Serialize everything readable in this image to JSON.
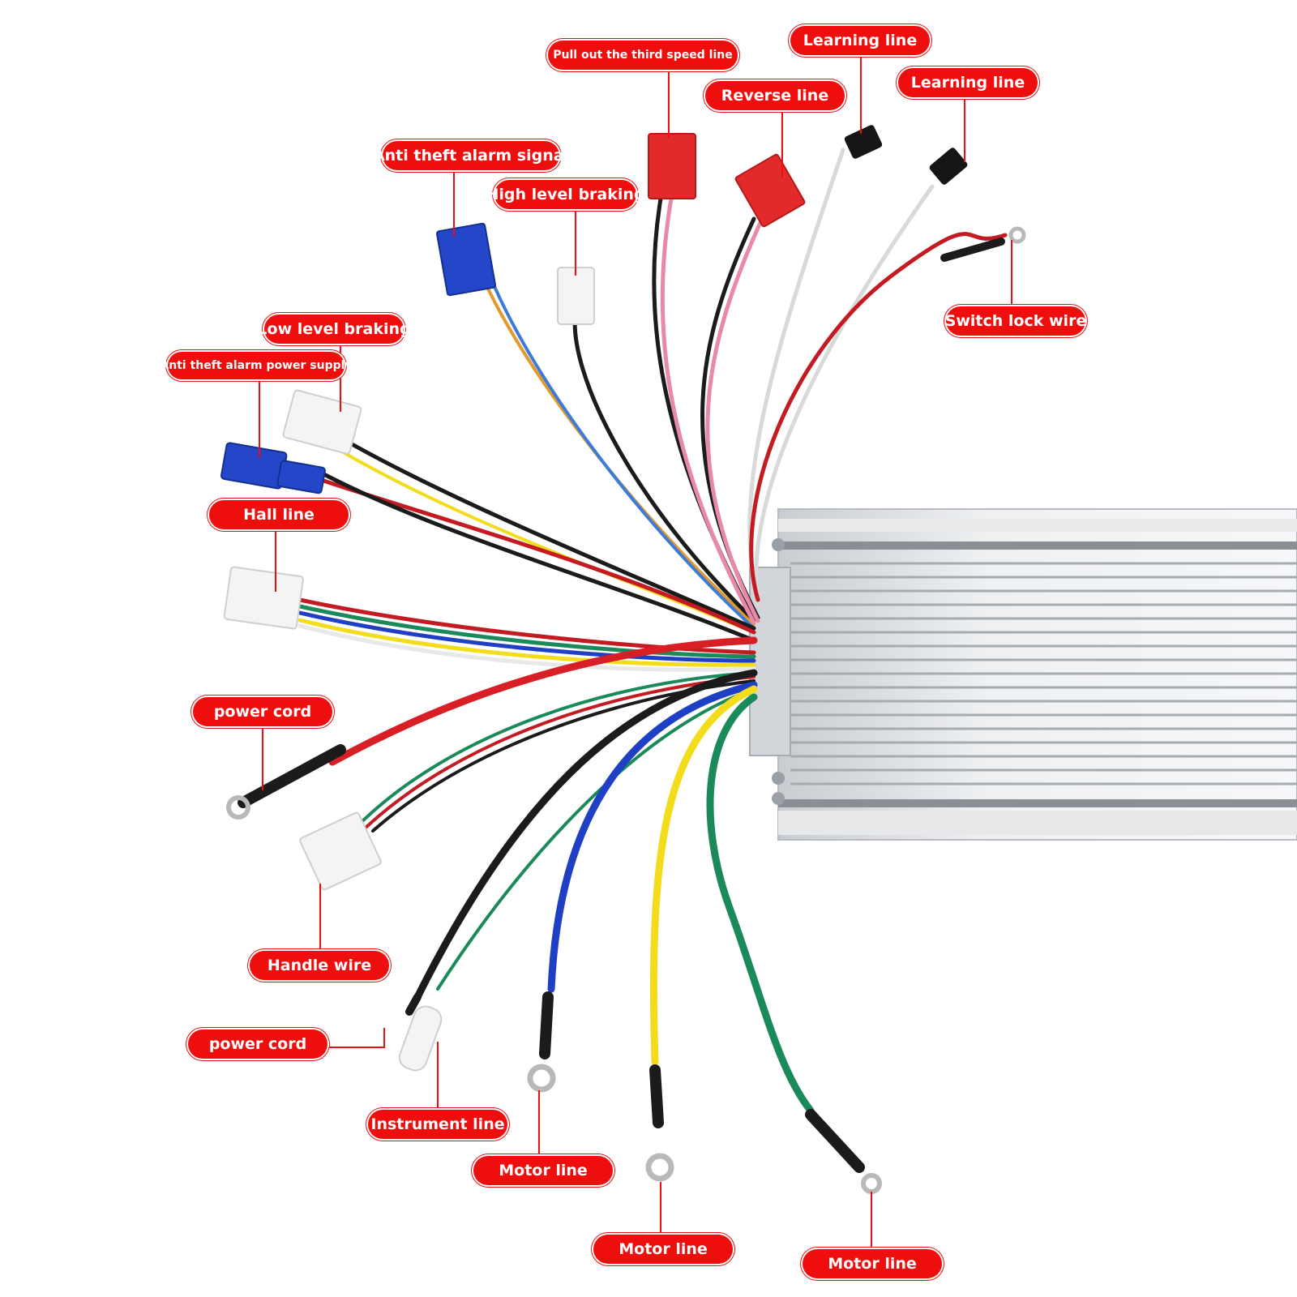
{
  "labels": {
    "pull_third_speed": "Pull out the third speed line",
    "learning_line_1": "Learning line",
    "learning_line_2": "Learning line",
    "reverse_line": "Reverse line",
    "anti_theft_alarm_signal": "Anti theft alarm signal",
    "high_level_braking": "High level braking",
    "switch_lock_wire": "Switch lock wire",
    "low_level_braking": "Low level braking",
    "anti_theft_alarm_power_supply": "Anti theft alarm power supply",
    "hall_line": "Hall line",
    "power_cord_1": "power cord",
    "handle_wire": "Handle wire",
    "power_cord_2": "power cord",
    "instrument_line": "Instrument line",
    "motor_line_1": "Motor line",
    "motor_line_2": "Motor line",
    "motor_line_3": "Motor line"
  },
  "colors": {
    "label_bg": "#ee0e0e",
    "label_text": "#ffffff",
    "wire_red": "#d81f26",
    "wire_black": "#1b1b1b",
    "wire_blue": "#1f3fc4",
    "wire_yellow": "#f2dc1c",
    "wire_green": "#1b8a5a",
    "wire_white": "#e8e8e8",
    "wire_pink": "#e889a8",
    "housing": "#d9dcdf"
  }
}
